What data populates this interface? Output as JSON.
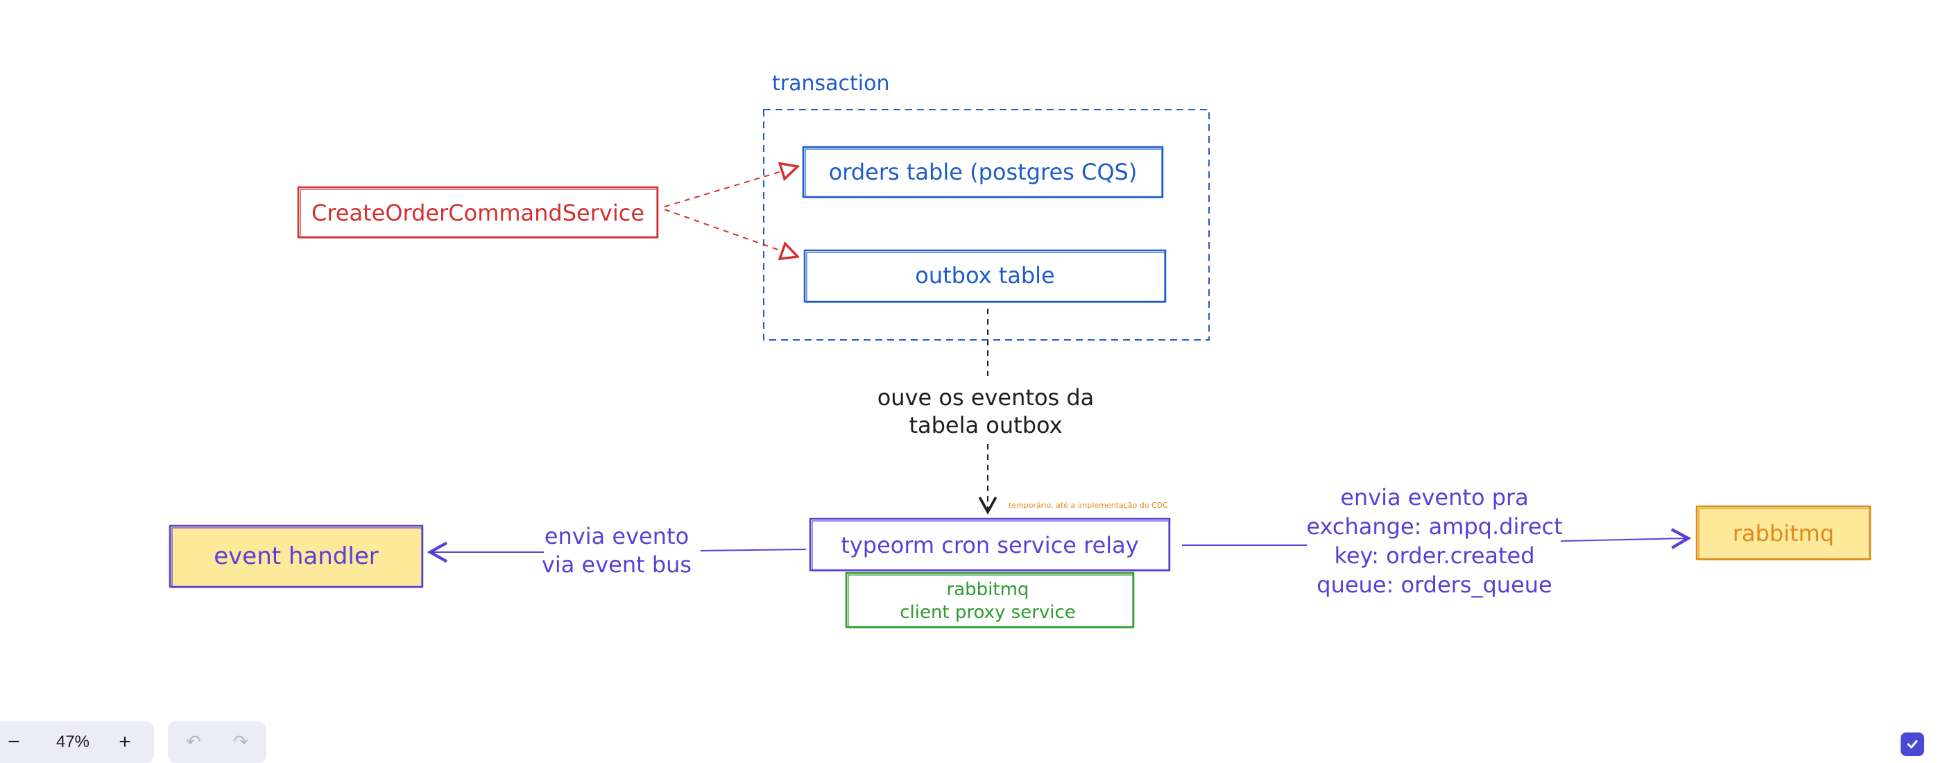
{
  "diagram": {
    "transaction_label": "transaction",
    "orders_table": "orders table (postgres CQS)",
    "outbox_table": "outbox table",
    "create_order_service": "CreateOrderCommandService",
    "listen_label_line1": "ouve os eventos da",
    "listen_label_line2": "tabela outbox",
    "cron_relay": "typeorm cron service relay",
    "temporary_note": "temporário, até a implementação do CDC",
    "client_proxy_line1": "rabbitmq",
    "client_proxy_line2": "client proxy service",
    "event_bus_label_line1": "envia evento",
    "event_bus_label_line2": "via event bus",
    "event_handler": "event handler",
    "exchange_label_line1": "envia evento pra",
    "exchange_label_line2": "exchange: ampq.direct",
    "exchange_label_line3": "key: order.created",
    "exchange_label_line4": "queue: orders_queue",
    "rabbitmq": "rabbitmq"
  },
  "toolbar": {
    "zoom_out_label": "−",
    "zoom_level": "47%",
    "zoom_in_label": "+",
    "undo_label": "↶",
    "redo_label": "↷"
  },
  "colors": {
    "blue": "#1e5cc7",
    "red": "#d42f2f",
    "purple": "#5a3fd6",
    "green": "#2f9a2f",
    "orange": "#e08a1c",
    "yellow_fill": "#fde99a",
    "black": "#1e1e1e"
  },
  "icons": {
    "undo": "undo-icon",
    "redo": "redo-icon",
    "status": "check-shield-icon"
  }
}
